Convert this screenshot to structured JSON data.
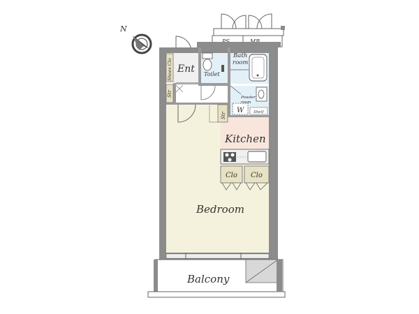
{
  "colors": {
    "wall": "#8c8c8c",
    "wall_dark": "#707070",
    "bedroom_floor": "#f4f2dc",
    "kitchen_floor": "#f8e6dc",
    "wet_area": "#e4f0f8",
    "closet": "#e8e2c4",
    "entrance": "#f0f0f0",
    "outline": "#6a6a6a"
  },
  "compass": {
    "north_label": "N"
  },
  "rooms": {
    "ent": "Ent",
    "toilet": "Toilet",
    "bath_line1": "Bath",
    "bath_line2": "room",
    "powder_line1": "Powder",
    "powder_line2": "room",
    "washer": "W",
    "shelf": "Shelf",
    "kitchen": "Kitchen",
    "bedroom": "Bedroom",
    "balcony": "Balcony",
    "closet_left": "Clo",
    "closet_right": "Clo",
    "shoes_closet": "Shoes Clo",
    "storage_left": "Str",
    "storage_mid": "Str",
    "ps": "PS",
    "mb": "MB"
  }
}
